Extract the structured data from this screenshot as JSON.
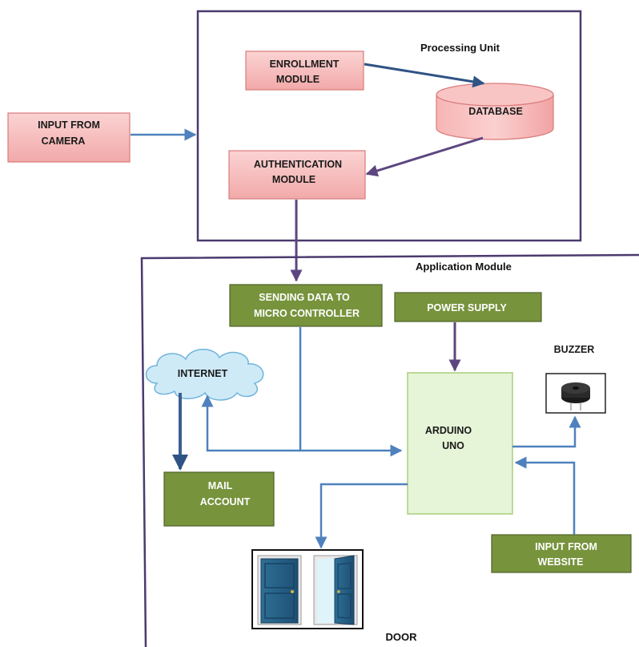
{
  "colors": {
    "frame": "#4b3a6e",
    "arrow_blue": "#4f81bd",
    "arrow_dark": "#3b5f8f",
    "arrow_purple": "#5d4680",
    "pink_fill": "#f4b8b8",
    "pink_stroke": "#d97b7b",
    "green_fill": "#77933c",
    "green_stroke": "#4f6228",
    "arduino_fill": "#e6f4d7",
    "arduino_stroke": "#a9cf7a",
    "cloud_fill": "#cfeaf7",
    "cloud_stroke": "#6fb4db"
  },
  "processing_unit": {
    "title": "Processing Unit",
    "enrollment_line1": "ENROLLMENT",
    "enrollment_line2": "MODULE",
    "database": "DATABASE",
    "auth_line1": "AUTHENTICATION",
    "auth_line2": "MODULE"
  },
  "camera": {
    "line1": "INPUT FROM",
    "line2": "CAMERA"
  },
  "application_module": {
    "title": "Application Module",
    "sending_line1": "SENDING DATA TO",
    "sending_line2": "MICRO CONTROLLER",
    "power_supply": "POWER SUPPLY",
    "internet": "INTERNET",
    "mail_line1": "MAIL",
    "mail_line2": "ACCOUNT",
    "arduino_line1": "ARDUINO",
    "arduino_line2": "UNO",
    "buzzer": "BUZZER",
    "website_line1": "INPUT FROM",
    "website_line2": "WEBSITE",
    "door": "DOOR"
  }
}
